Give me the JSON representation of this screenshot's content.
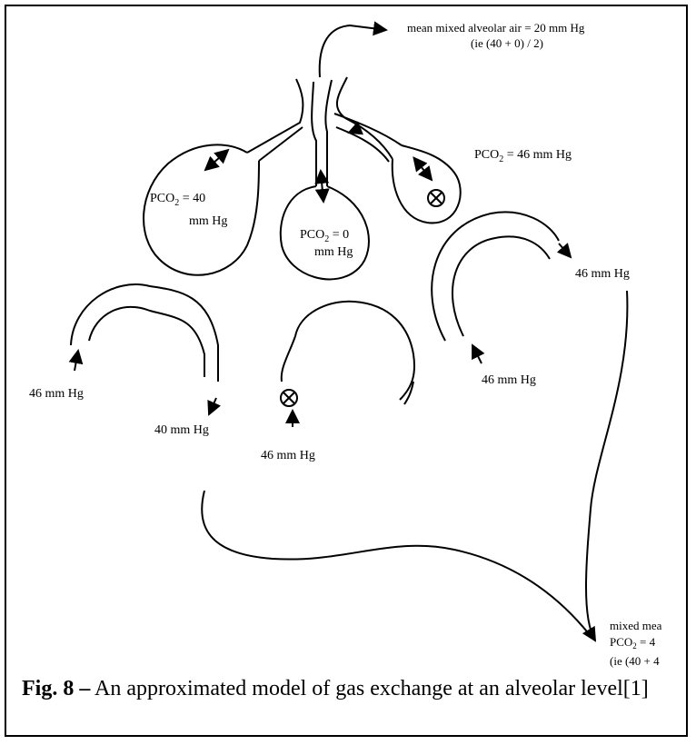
{
  "labels": {
    "mean_air_line1": "mean  mixed  alveolar  air  =  20  mm Hg",
    "mean_air_line2": "(ie  (40 + 0)  / 2)",
    "alv1_pco2": "PCO",
    "alv1_sub": "2",
    "alv1_val": " =  40",
    "alv1_unit": "mm Hg",
    "alv2_pco2": "PCO",
    "alv2_sub": "2",
    "alv2_val": " =  0",
    "alv2_unit": "mm Hg",
    "alv3_pco2": "PCO",
    "alv3_sub": "2",
    "alv3_val": " =  46 mm Hg",
    "cap1_in": "46 mm Hg",
    "cap1_out": "40 mm Hg",
    "cap2_in": "46 mm Hg",
    "cap3_in": "46 mm Hg",
    "cap3_out": "46 mm Hg",
    "mixed_line1": "mixed  mea",
    "mixed_line2": "PCO",
    "mixed_line2_sub": "2",
    "mixed_line2_val": " =  4",
    "mixed_line3": "(ie (40 + 4"
  },
  "caption": {
    "fig_label": "Fig. 8 –",
    "text": " An approximated model of gas exchange at an alveolar level[1]"
  }
}
